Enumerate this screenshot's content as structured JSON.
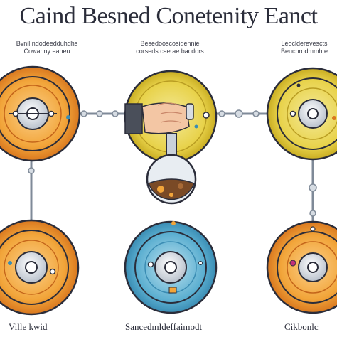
{
  "title": "Caind Besned Conetenity Eanct",
  "captions_top": [
    {
      "line1": "Bvnil ndodeedduhdhs",
      "line2": "Cowarlny eaneu"
    },
    {
      "line1": "Besedooscosidennie",
      "line2": "corseds cae ae bacdors"
    },
    {
      "line1": "Leoclderevescts",
      "line2": "Beuchrodmmhte"
    }
  ],
  "captions_bottom": [
    {
      "text": "Ville kwid"
    },
    {
      "text": "Sancedmldeffaimodt"
    },
    {
      "text": "Cikbonlc"
    }
  ],
  "colors": {
    "orange": "#f2a53a",
    "orange_dark": "#d9781f",
    "yellow": "#e8d24a",
    "teal": "#5aaed0",
    "line": "#7f8a98",
    "ink": "#2b2d3a"
  },
  "nodes": [
    {
      "name": "top-left-disc",
      "color": "orange"
    },
    {
      "name": "top-center-disc",
      "color": "yellow"
    },
    {
      "name": "top-right-disc",
      "color": "yellow"
    },
    {
      "name": "bottom-left-disc",
      "color": "orange"
    },
    {
      "name": "bottom-center-disc",
      "color": "teal"
    },
    {
      "name": "bottom-right-disc",
      "color": "orange"
    }
  ],
  "icons": [
    "hand-icon",
    "flask-icon"
  ]
}
